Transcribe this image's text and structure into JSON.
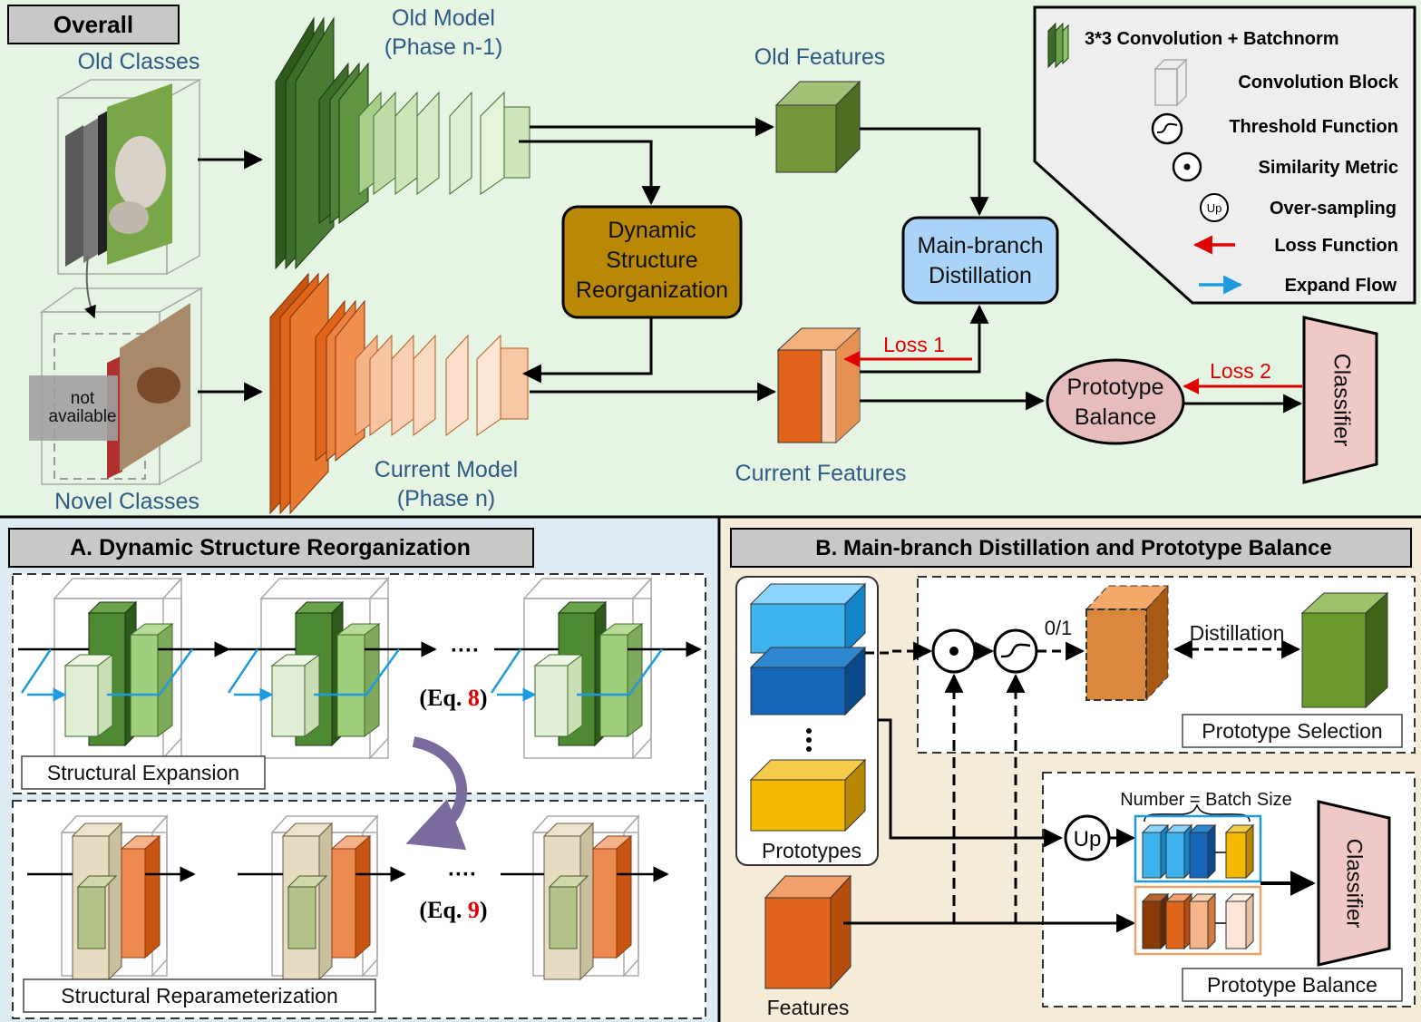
{
  "overall": {
    "title": "Overall",
    "old_classes": "Old Classes",
    "novel_classes": "Novel Classes",
    "not_available_1": "not",
    "not_available_2": "available",
    "old_model_1": "Old Model",
    "old_model_2": "(Phase n-1)",
    "current_model_1": "Current Model",
    "current_model_2": "(Phase n)",
    "old_features": "Old Features",
    "current_features": "Current Features",
    "dsr_1": "Dynamic",
    "dsr_2": "Structure",
    "dsr_3": "Reorganization",
    "mbd_1": "Main-branch",
    "mbd_2": "Distillation",
    "pb_1": "Prototype",
    "pb_2": "Balance",
    "loss1": "Loss 1",
    "loss2": "Loss 2",
    "classifier": "Classifier"
  },
  "legend": {
    "conv_bn": "3*3 Convolution + Batchnorm",
    "conv_block": "Convolution Block",
    "threshold": "Threshold Function",
    "similarity": "Similarity Metric",
    "oversampling": "Over-sampling",
    "up_symbol": "Up",
    "loss_fn": "Loss Function",
    "expand_flow": "Expand Flow"
  },
  "panel_a": {
    "title": "A. Dynamic Structure Reorganization",
    "structural_expansion": "Structural Expansion",
    "structural_reparam": "Structural Reparameterization",
    "dots": "····",
    "eq8_open": "(Eq. ",
    "eq8_num": "8",
    "eq9_num": "9",
    "eq_close": ")"
  },
  "panel_b": {
    "title": "B. Main-branch Distillation and Prototype Balance",
    "prototypes": "Prototypes",
    "features": "Features",
    "zero_one": "0/1",
    "distillation": "Distillation",
    "prototype_selection": "Prototype Selection",
    "number_batch": "Number = Batch Size",
    "up_symbol": "Up",
    "classifier": "Classifier",
    "prototype_balance": "Prototype Balance"
  },
  "colors": {
    "overall_bg": "#e6f5e3",
    "panel_a_bg": "#deebf2",
    "panel_b_bg": "#f4ecd8",
    "dark_green": "#3d6b2a",
    "orange": "#e0651a",
    "dsr_box": "#b98805",
    "mbd_box": "#a9d3f7",
    "pb_ellipse": "#e6bcbc",
    "loss_red": "#e00000",
    "expand_blue": "#1e9be0"
  }
}
